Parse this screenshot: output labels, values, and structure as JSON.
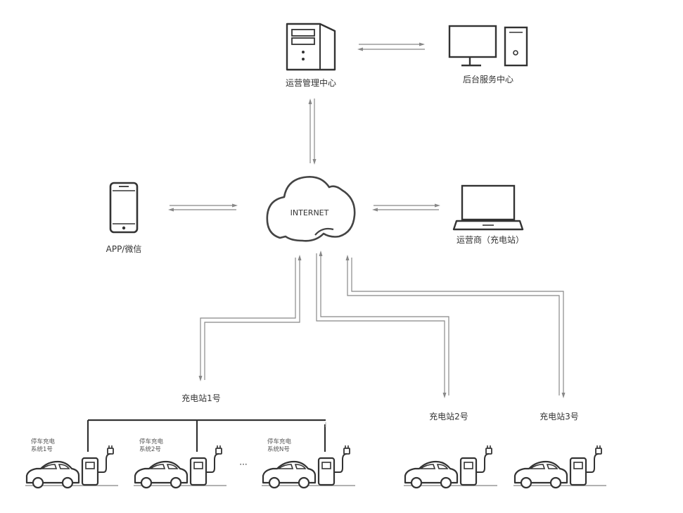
{
  "nodes": {
    "ops_center": "运营管理中心",
    "backend": "后台服务中心",
    "app": "APP/微信",
    "internet": "INTERNET",
    "operator": "运营商（充电站）",
    "station1": "充电站1号",
    "station2": "充电站2号",
    "station3": "充电站3号"
  },
  "parking": {
    "sys1_line1": "停车充电",
    "sys1_line2": "系统1号",
    "sys2_line1": "停车充电",
    "sys2_line2": "系统2号",
    "sysN_line1": "停车充电",
    "sysN_line2": "系统N号",
    "ellipsis": "···"
  },
  "colors": {
    "icon_stroke": "#333333",
    "arrow": "#888888",
    "ground": "#999999"
  },
  "icons": [
    "server-icon",
    "desktop-computer-icon",
    "smartphone-icon",
    "cloud-icon",
    "laptop-icon",
    "car-icon",
    "charging-pile-icon",
    "plug-icon"
  ]
}
